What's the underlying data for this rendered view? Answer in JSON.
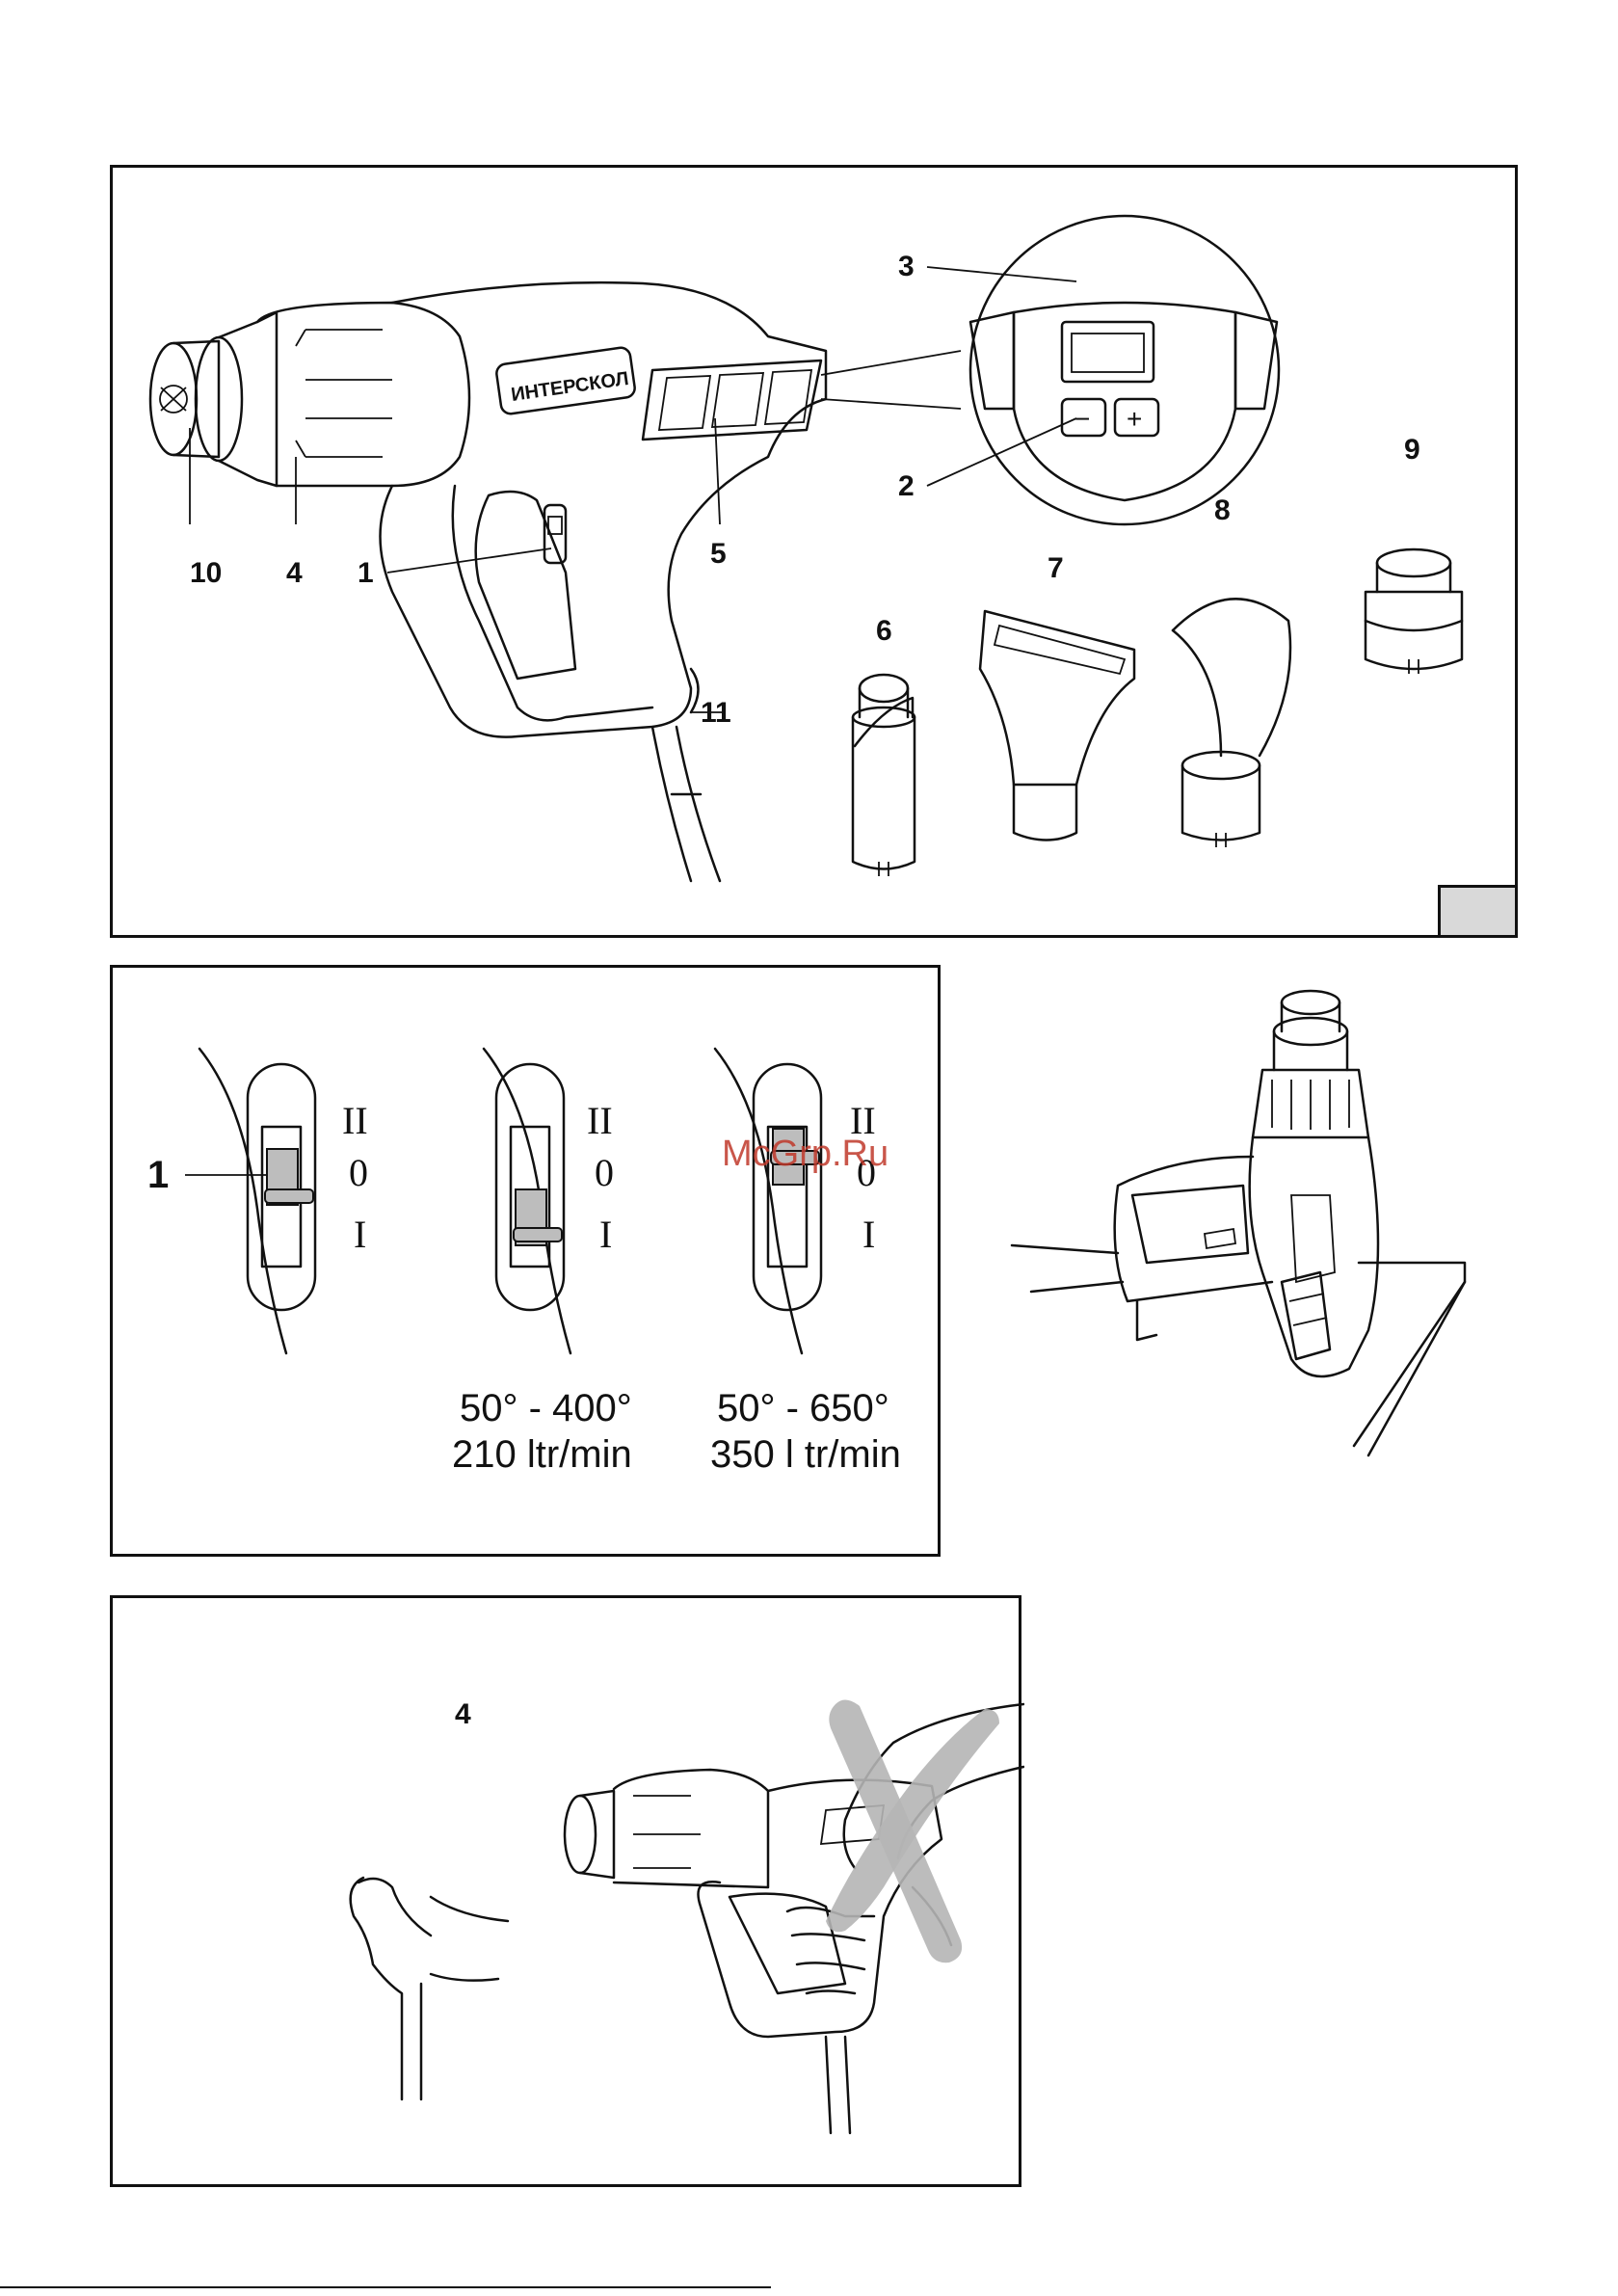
{
  "figure1": {
    "brand": "ИНТЕРСКОЛ",
    "callouts": {
      "c1": "1",
      "c2": "2",
      "c3": "3",
      "c4": "4",
      "c5": "5",
      "c6": "6",
      "c7": "7",
      "c8": "8",
      "c9": "9",
      "c10": "10",
      "c11": "11"
    },
    "display_buttons": {
      "minus": "−",
      "plus": "+"
    }
  },
  "figure2": {
    "callout": "1",
    "positions": {
      "top": "II",
      "mid": "0",
      "bottom": "I"
    },
    "specs": [
      {
        "temp": "50° - 400°",
        "flow": "210 ltr/min"
      },
      {
        "temp": "50° - 650°",
        "flow": "350 l tr/min"
      }
    ]
  },
  "figure4": {
    "callout": "4"
  },
  "watermark": "McGrp.Ru",
  "colors": {
    "line": "#111111",
    "fill_gray": "#bdbdbd",
    "tag_gray": "#d9d9d9",
    "watermark": "#c0392b"
  }
}
